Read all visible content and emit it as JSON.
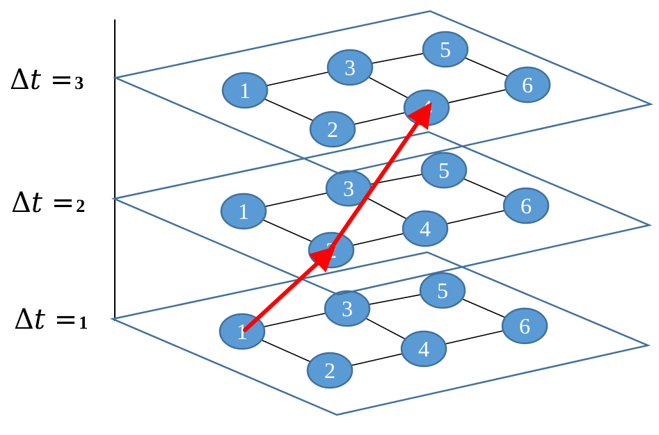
{
  "layers": [
    {
      "label": {
        "symbol": "Δ",
        "variable": "t",
        "equals": "=",
        "value": "3"
      },
      "nodes": [
        "1",
        "3",
        "5",
        "2",
        "4",
        "6"
      ]
    },
    {
      "label": {
        "symbol": "Δ",
        "variable": "t",
        "equals": "=",
        "value": "2"
      },
      "nodes": [
        "1",
        "3",
        "5",
        "2",
        "4",
        "6"
      ]
    },
    {
      "label": {
        "symbol": "Δ",
        "variable": "t",
        "equals": "=",
        "value": "1"
      },
      "nodes": [
        "1",
        "3",
        "5",
        "2",
        "4",
        "6"
      ]
    }
  ],
  "edges": [
    [
      "1",
      "3"
    ],
    [
      "3",
      "5"
    ],
    [
      "1",
      "2"
    ],
    [
      "2",
      "4"
    ],
    [
      "3",
      "4"
    ],
    [
      "5",
      "6"
    ],
    [
      "4",
      "6"
    ]
  ],
  "path": [
    {
      "layer_value": "1",
      "node": "1"
    },
    {
      "layer_value": "2",
      "node": "2"
    },
    {
      "layer_value": "3",
      "node": "4"
    }
  ],
  "colors": {
    "plane_stroke": "#41719c",
    "node_fill": "#5b9bd5",
    "node_stroke": "#41719c",
    "edge": "#000000",
    "axis": "#000000",
    "path": "#ff0000"
  }
}
